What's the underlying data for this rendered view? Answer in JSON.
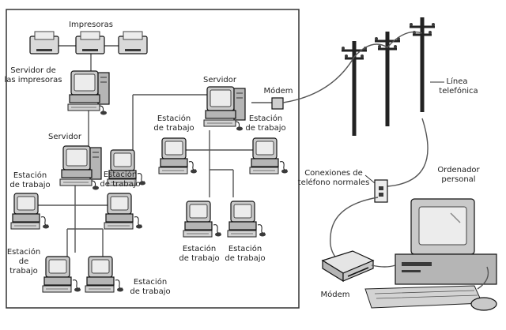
{
  "labels": {
    "printers": "Impresoras",
    "printer_server_1": "Servidor de",
    "printer_server_2": "las impresoras",
    "server_left": "Servidor",
    "server_right": "Servidor",
    "modem_top": "Módem",
    "station_1": "Estación",
    "station_2": "de trabajo",
    "phone_line_1": "Línea",
    "phone_line_2": "telefónica",
    "outlets_1": "Conexiones de",
    "outlets_2": "teléfono normales",
    "pc_1": "Ordenador",
    "pc_2": "personal",
    "modem_bottom": "Módem",
    "station_lt_1": "Estación",
    "station_lt_2": "de",
    "station_lt_3": "trabajo"
  },
  "icons": [
    "printer-icon",
    "workstation-icon",
    "server-icon",
    "modem-icon",
    "telephone-pole-icon",
    "phone-jack-icon",
    "personal-computer-icon"
  ]
}
